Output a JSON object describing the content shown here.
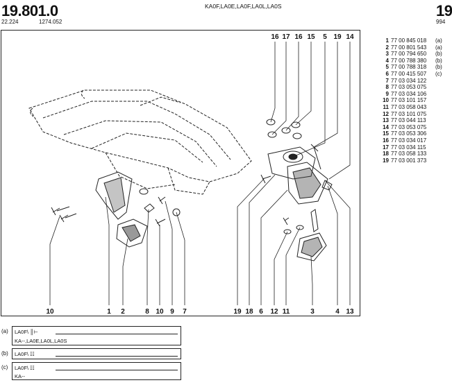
{
  "header": {
    "page_number": "19.801.0",
    "page_number_right": "19",
    "engine_codes": "KA0F,LA0E,LA0F,LA0L,LA0S",
    "ref_left": "22.224",
    "ref_mid": "1274.052",
    "ref_right": "994"
  },
  "parts": [
    {
      "num": "1",
      "code": "77 00 845 018",
      "note": "(a)"
    },
    {
      "num": "2",
      "code": "77 00 801 543",
      "note": "(a)"
    },
    {
      "num": "3",
      "code": "77 00 794 650",
      "note": "(b)"
    },
    {
      "num": "4",
      "code": "77 00 788 380",
      "note": "(b)"
    },
    {
      "num": "5",
      "code": "77 00 788 318",
      "note": "(b)"
    },
    {
      "num": "6",
      "code": "77 00 415 507",
      "note": "(c)"
    },
    {
      "num": "7",
      "code": "77 03 034 122",
      "note": ""
    },
    {
      "num": "8",
      "code": "77 03 053 075",
      "note": ""
    },
    {
      "num": "9",
      "code": "77 03 034 106",
      "note": ""
    },
    {
      "num": "10",
      "code": "77 03 101 157",
      "note": ""
    },
    {
      "num": "11",
      "code": "77 03 058 043",
      "note": ""
    },
    {
      "num": "12",
      "code": "77 03 101 075",
      "note": ""
    },
    {
      "num": "13",
      "code": "77 03 044 113",
      "note": ""
    },
    {
      "num": "14",
      "code": "77 03 053 075",
      "note": ""
    },
    {
      "num": "15",
      "code": "77 03 053 306",
      "note": ""
    },
    {
      "num": "16",
      "code": "77 03 034 017",
      "note": ""
    },
    {
      "num": "17",
      "code": "77 03 034 115",
      "note": ""
    },
    {
      "num": "18",
      "code": "77 03 058 133",
      "note": ""
    },
    {
      "num": "19",
      "code": "77 03 001 373",
      "note": ""
    }
  ],
  "callouts_top": [
    "16",
    "17",
    "16",
    "15",
    "5",
    "19",
    "14"
  ],
  "callouts_bottom": [
    "10",
    "1",
    "2",
    "8",
    "10",
    "9",
    "7",
    "19",
    "18",
    "6",
    "12",
    "11",
    "3",
    "4",
    "13"
  ],
  "legend": [
    {
      "key": "(a)",
      "line1": "LA0F\\ ║⊢",
      "line2": "KA--,LA0E,LA0L,LA0S"
    },
    {
      "key": "(b)",
      "line1": "LA0F\\ ☷",
      "line2": ""
    },
    {
      "key": "(c)",
      "line1": "LA0F\\ ☷",
      "line2": "KA--"
    }
  ]
}
